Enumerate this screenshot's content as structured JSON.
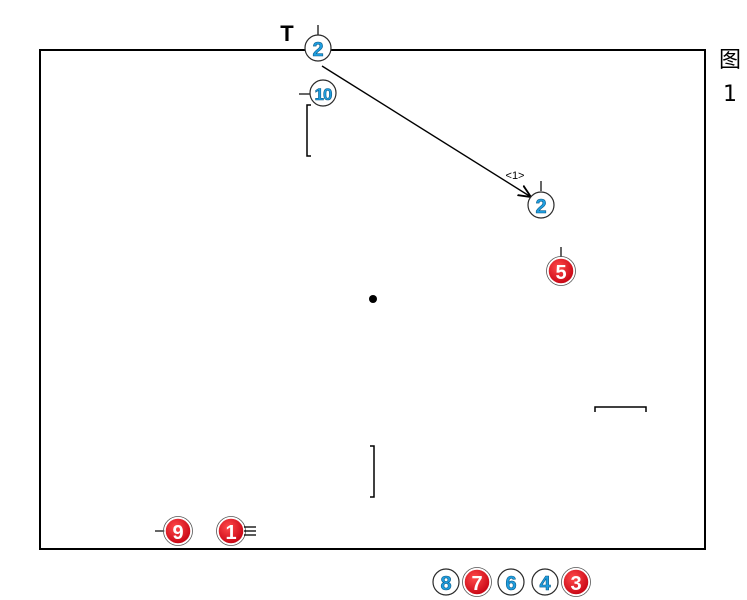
{
  "figure": {
    "title_line1": "图",
    "title_line2": "1"
  },
  "court": {
    "t_label": "T",
    "pass_label": "<1>"
  },
  "players": {
    "blue_2_top": "2",
    "blue_10": "10",
    "blue_2_right": "2",
    "red_5": "5",
    "red_9": "9",
    "red_1": "1"
  },
  "bench": {
    "blue_8": "8",
    "red_7": "7",
    "blue_6": "6",
    "blue_4": "4",
    "red_3": "3"
  },
  "colors": {
    "blue_team": "#1f9ee0",
    "red_team": "#e0141a",
    "court_line": "#000000"
  }
}
